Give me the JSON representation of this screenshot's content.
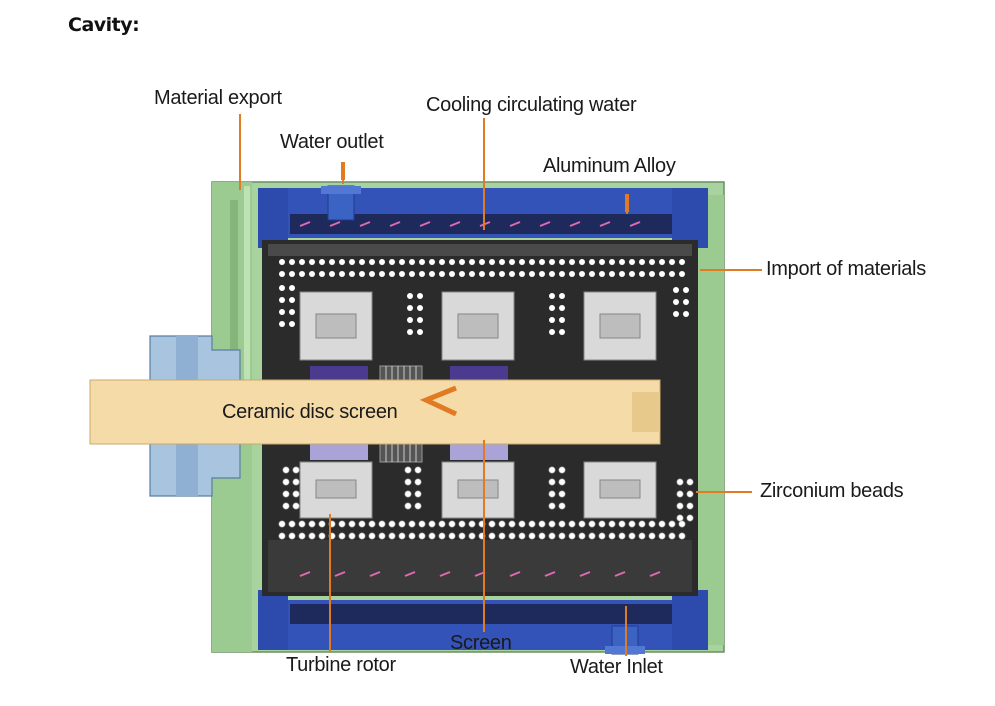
{
  "heading": "Cavity:",
  "labels": {
    "material_export": "Material export",
    "cooling_water": "Cooling circulating water",
    "water_outlet": "Water outlet",
    "aluminum_alloy": "Aluminum Alloy",
    "import_materials": "Import of materials",
    "ceramic_screen": "Ceramic disc screen",
    "zirconium_beads": "Zirconium beads",
    "screen": "Screen",
    "turbine_rotor": "Turbine rotor",
    "water_inlet": "Water Inlet"
  },
  "colors": {
    "leader": "#e07b24",
    "jacket": "#3353b8",
    "housing": "#a9d39e",
    "chamber": "#2b2b2b",
    "shaft": "#f5dba8",
    "flange": "#a8c4df",
    "rotor": "#d9d9d9"
  }
}
